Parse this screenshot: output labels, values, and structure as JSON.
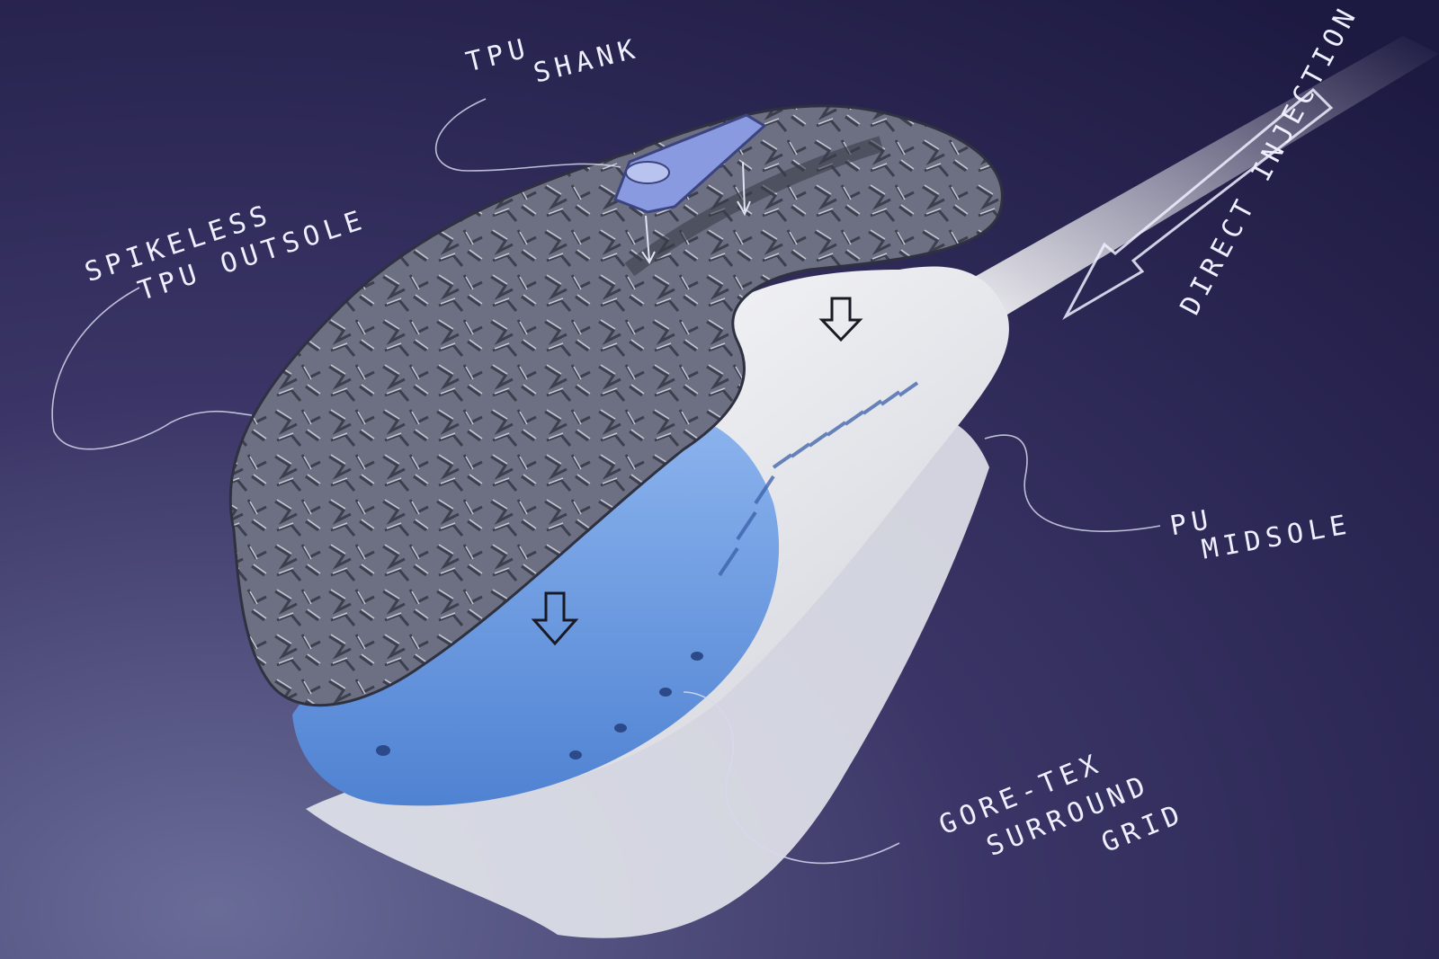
{
  "labels": {
    "tpu_shank": [
      "TPU",
      "SHANK"
    ],
    "outsole": [
      "SPIKELESS",
      "TPU OUTSOLE"
    ],
    "injection": "DIRECT INJECTION",
    "midsole": [
      "PU",
      "MIDSOLE"
    ],
    "gore": [
      "GORE-TEX",
      "SURROUND",
      "GRID"
    ]
  },
  "icons": [
    "down-arrow-icon",
    "injection-arrow-icon",
    "leader-line"
  ],
  "colors": {
    "background": "#2a2550",
    "outsole": "#6b6f80",
    "midsole": "#f1f2f6",
    "grid": "#6e9fe0",
    "shank": "#8a9ae0",
    "ink": "#eef0ff"
  }
}
